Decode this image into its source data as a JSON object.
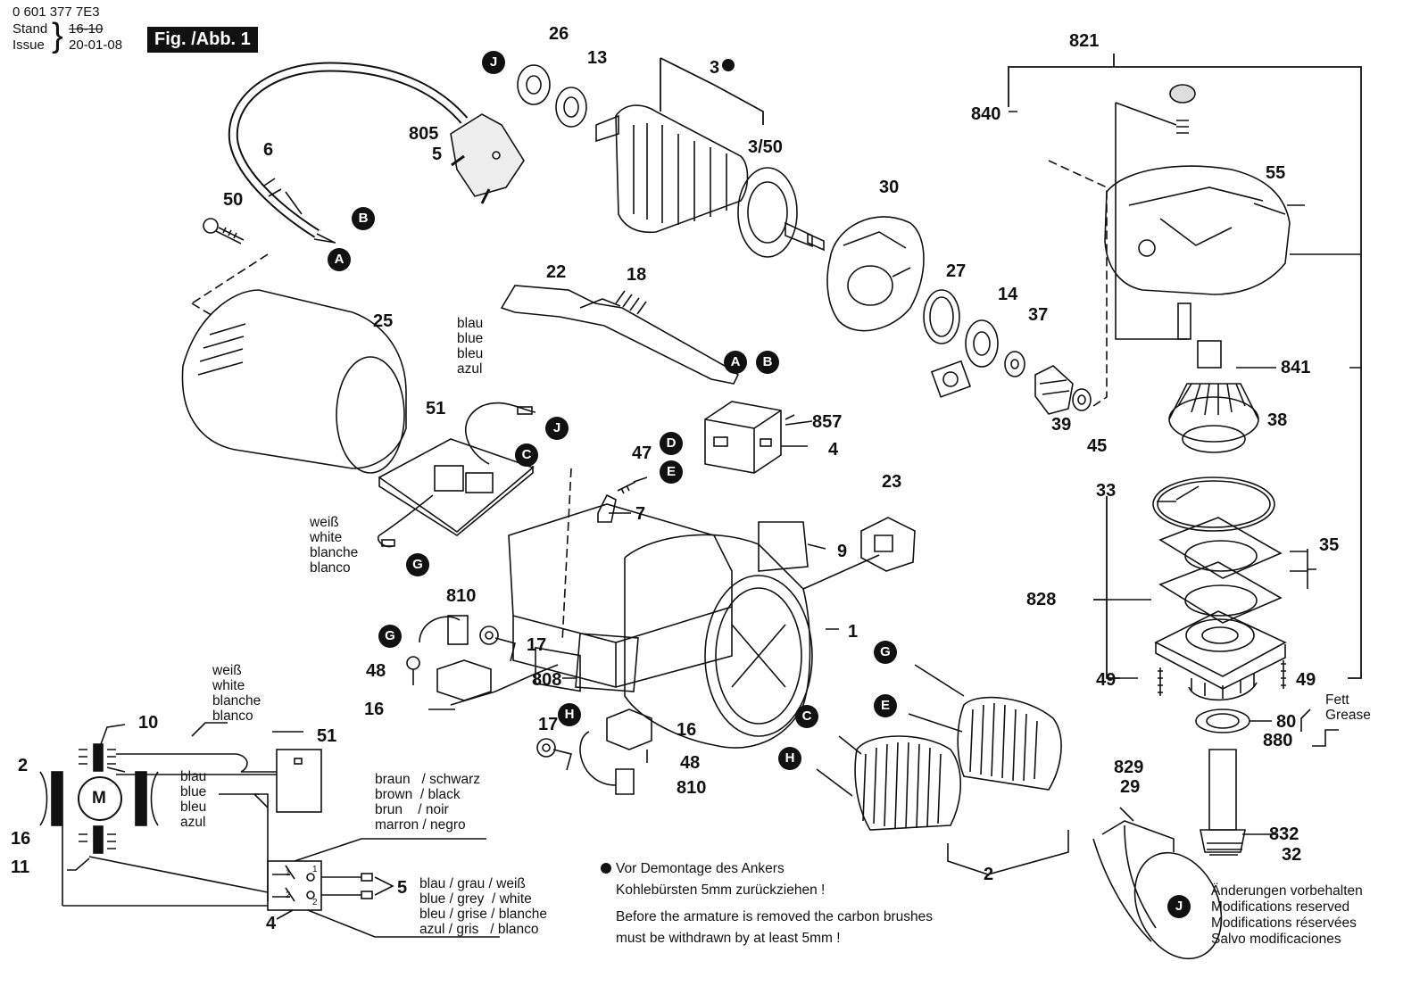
{
  "header": {
    "doc_number": "0 601 377 7E3",
    "stand_label": "Stand",
    "stand_value": "16-10",
    "issue_label": "Issue",
    "issue_value": "20-01-08",
    "figure_label": "Fig. /Abb. 1"
  },
  "callouts": {
    "c821": "821",
    "c840": "840",
    "c55": "55",
    "c841": "841",
    "c38": "38",
    "c33": "33",
    "c35": "35",
    "c828": "828",
    "c49a": "49",
    "c49b": "49",
    "c80": "80",
    "c880": "880",
    "c832": "832",
    "c32": "32",
    "c829": "829",
    "c29": "29",
    "c26": "26",
    "c13": "13",
    "c3": "3",
    "c350": "3/50",
    "c805": "805",
    "c5": "5",
    "c6": "6",
    "c50": "50",
    "c30": "30",
    "c27": "27",
    "c14": "14",
    "c37": "37",
    "c39": "39",
    "c45": "45",
    "c22": "22",
    "c18": "18",
    "c857": "857",
    "c4": "4",
    "c25": "25",
    "c51": "51",
    "c47": "47",
    "c7": "7",
    "c23": "23",
    "c9": "9",
    "c1": "1",
    "c810a": "810",
    "c17a": "17",
    "c48a": "48",
    "c16a": "16",
    "c808": "808",
    "c17b": "17",
    "c16b": "16",
    "c48b": "48",
    "c810b": "810",
    "c2": "2",
    "w10": "10",
    "w2": "2",
    "w16": "16",
    "w11": "11",
    "w51": "51",
    "w5": "5",
    "w4": "4",
    "w_motor": "M",
    "w_sw1": "1",
    "w_sw2": "2",
    "w_sw3": "1",
    "w_sw4": "2"
  },
  "badges": {
    "J1": "J",
    "A1": "A",
    "B1": "B",
    "A2": "A",
    "B2": "B",
    "J2": "J",
    "C1": "C",
    "D1": "D",
    "E1": "E",
    "G1": "G",
    "G2": "G",
    "H1": "H",
    "G3": "G",
    "E2": "E",
    "C2": "C",
    "H2": "H",
    "J3": "J"
  },
  "labels": {
    "blue_1": "blau\nblue\nbleu\nazul",
    "white_1": "weiß\nwhite\nblanche\nblanco",
    "white_2": "weiß\nwhite\nblanche\nblanco",
    "blue_2": "blau\nblue\nbleu\nazul",
    "brown_black": "braun   / schwarz\nbrown  / black\nbrun    / noir\nmarron / negro",
    "blue_grey_white": "blau / grau / weiß\nblue / grey  / white\nbleu / grise / blanche\nazul / gris   / blanco",
    "grease": "Fett\nGrease"
  },
  "notes": {
    "armature_de_1": "Vor Demontage des Ankers",
    "armature_de_2": "Kohlebürsten 5mm zurückziehen !",
    "armature_en_1": "Before the armature is removed the carbon brushes",
    "armature_en_2": "must be withdrawn by at least 5mm !",
    "mods_de": "Änderungen vorbehalten",
    "mods_en": "Modifications reserved",
    "mods_fr": "Modifications réservées",
    "mods_es": "Salvo modificaciones"
  }
}
